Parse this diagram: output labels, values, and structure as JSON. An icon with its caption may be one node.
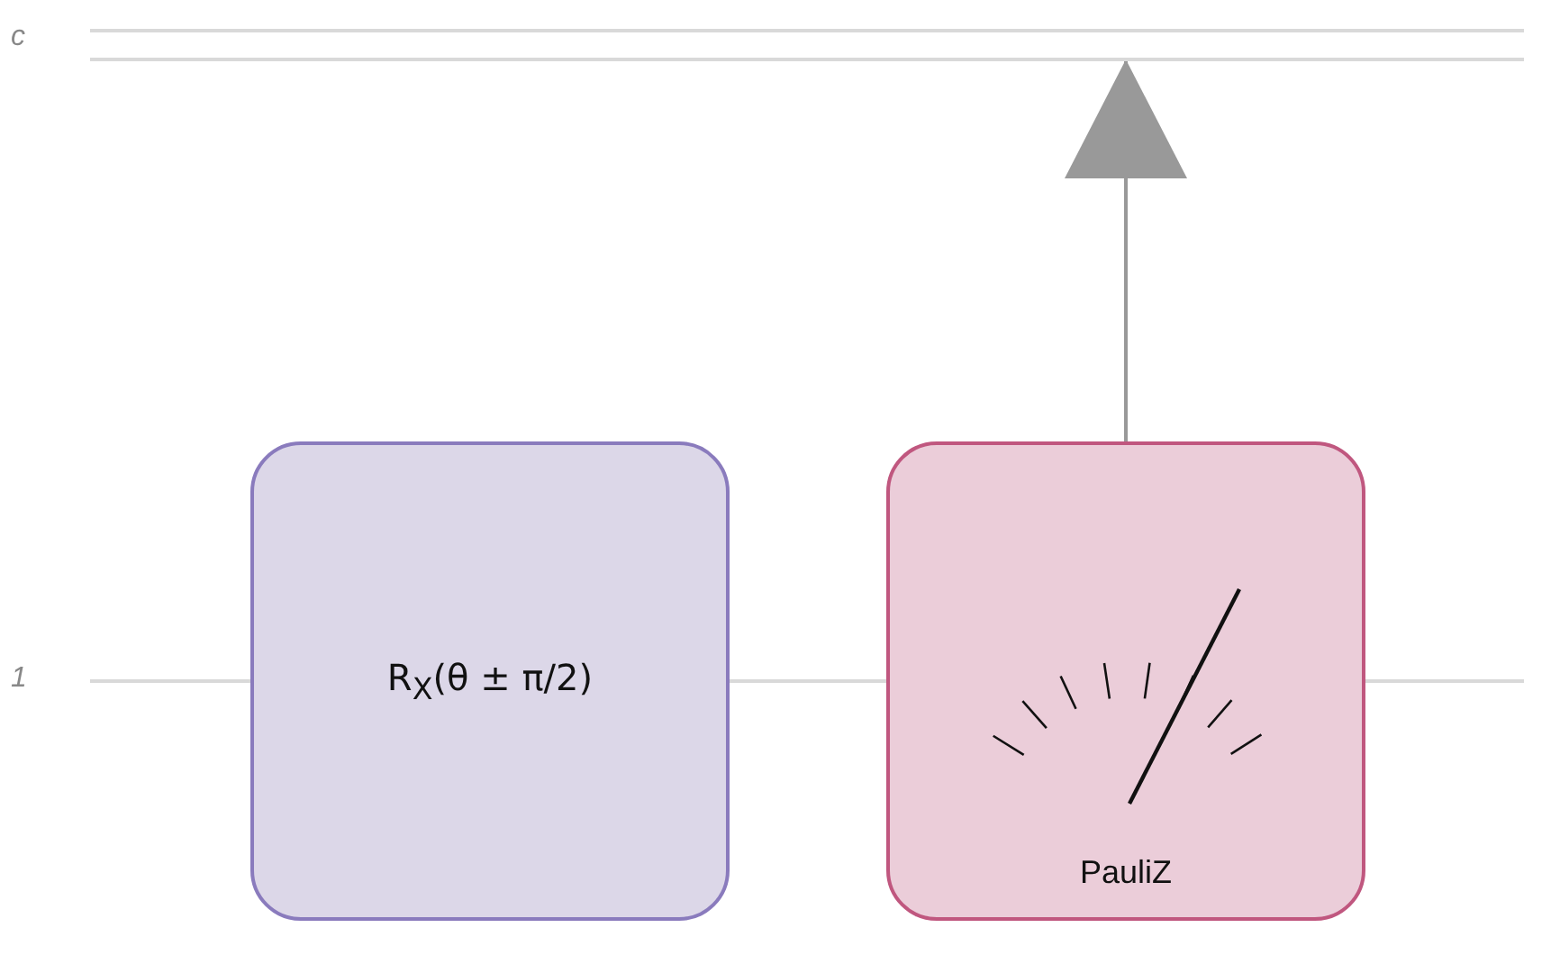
{
  "diagram": {
    "nodes": [
      {
        "text": [
          "R$_{X}$(θ ± π/2)"
        ]
      },
      {
        "text": [
          "PauliZ"
        ]
      },
      {
        "text": [],
        "shape": "bar"
      }
    ],
    "edges": [
      {
        "from": 0,
        "to": 1,
        "arrow": "none"
      },
      {
        "from": 1,
        "to": 2,
        "arrow": "to",
        "color": "#999999"
      }
    ],
    "labels": [
      "c",
      "1"
    ]
  }
}
